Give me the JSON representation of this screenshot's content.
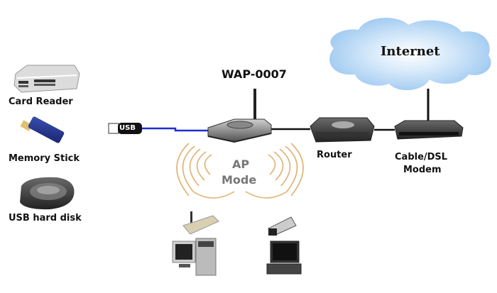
{
  "diagram": {
    "devices": {
      "card_reader": "Card Reader",
      "memory_stick": "Memory Stick",
      "usb_hard_disk": "USB hard disk",
      "usb_plug": "USB",
      "access_point": "WAP-0007",
      "mode": [
        "AP",
        "Mode"
      ],
      "router": "Router",
      "modem": [
        "Cable/DSL",
        "Modem"
      ],
      "internet": "Internet"
    },
    "colors": {
      "usb_link": "#1f2fd0",
      "ethernet_link": "#111111",
      "wireless_waves": "#e0b070",
      "cloud": "#9ec9f0"
    }
  }
}
